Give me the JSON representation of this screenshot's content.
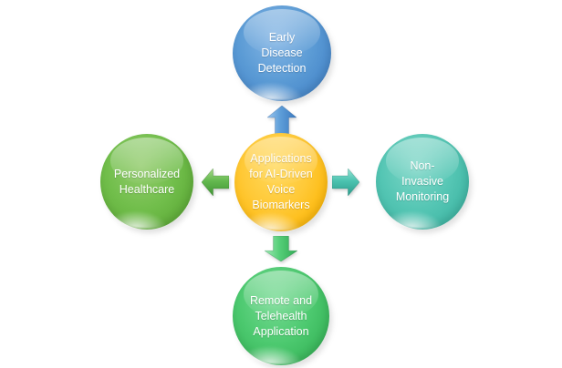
{
  "background_color": "#FFFFFF",
  "diagram": {
    "type": "radial-cycle-smartart",
    "center": {
      "label": "Applications\nfor AI-Driven\nVoice\nBiomarkers",
      "color": "#FFC425"
    },
    "nodes": [
      {
        "position": "top",
        "label": "Early\nDisease\nDetection",
        "color": "#5B9BD5"
      },
      {
        "position": "right",
        "label": "Non-\nInvasive\nMonitoring",
        "color": "#4EC4B2"
      },
      {
        "position": "bottom",
        "label": "Remote and\nTelehealth\nApplication",
        "color": "#45C268"
      },
      {
        "position": "left",
        "label": "Personalized\nHealthcare",
        "color": "#71BE4B"
      }
    ],
    "arrows": [
      {
        "direction": "up",
        "color": "#5596D6"
      },
      {
        "direction": "right",
        "color": "#46BFAD"
      },
      {
        "direction": "down",
        "color": "#4CC96F"
      },
      {
        "direction": "left",
        "color": "#5FB64F"
      }
    ],
    "text_color": "#FFFFFF"
  }
}
